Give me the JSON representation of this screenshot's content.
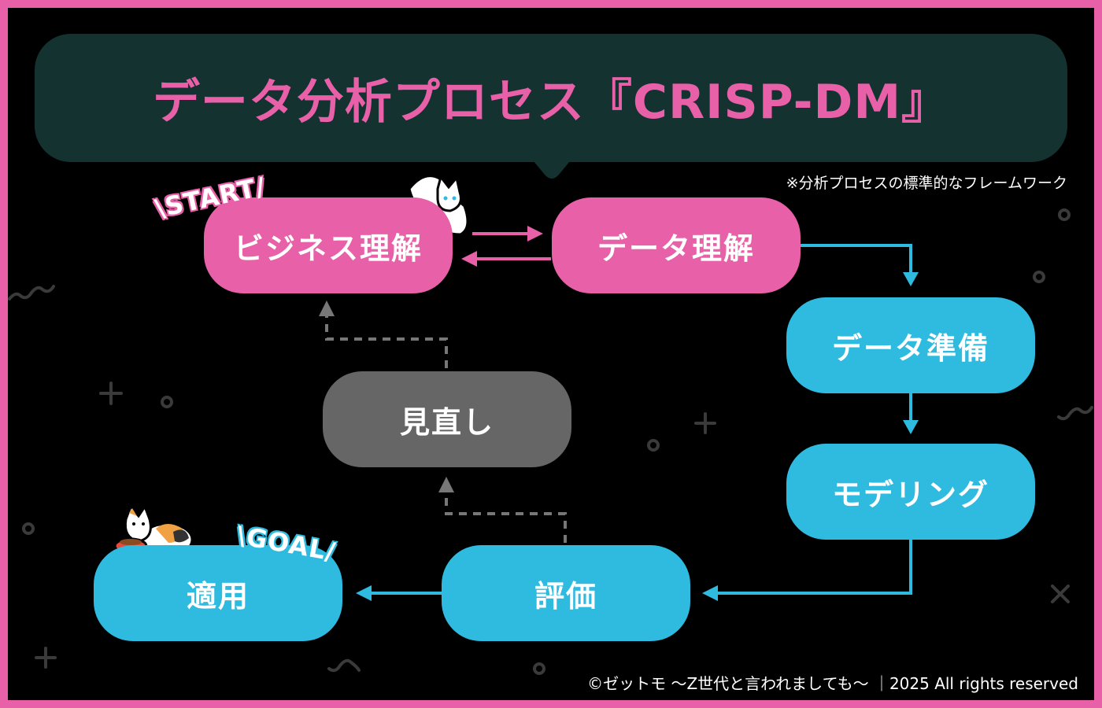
{
  "title": "データ分析プロセス『CRISP-DM』",
  "note": "※分析プロセスの標準的なフレームワーク",
  "tags": {
    "start": "\\START/",
    "goal": "\\GOAL/"
  },
  "nodes": {
    "business": "ビジネス理解",
    "data_understanding": "データ理解",
    "data_preparation": "データ準備",
    "modeling": "モデリング",
    "evaluation": "評価",
    "deployment": "適用",
    "review": "見直し"
  },
  "footer": "©ゼットモ 〜Z世代と言われましても〜 ｜2025 All rights reserved",
  "colors": {
    "pink": "#e760a8",
    "blue": "#2fbadf",
    "gray": "#666666",
    "title_bg": "#133230",
    "decoration": "#3a3a3a"
  }
}
